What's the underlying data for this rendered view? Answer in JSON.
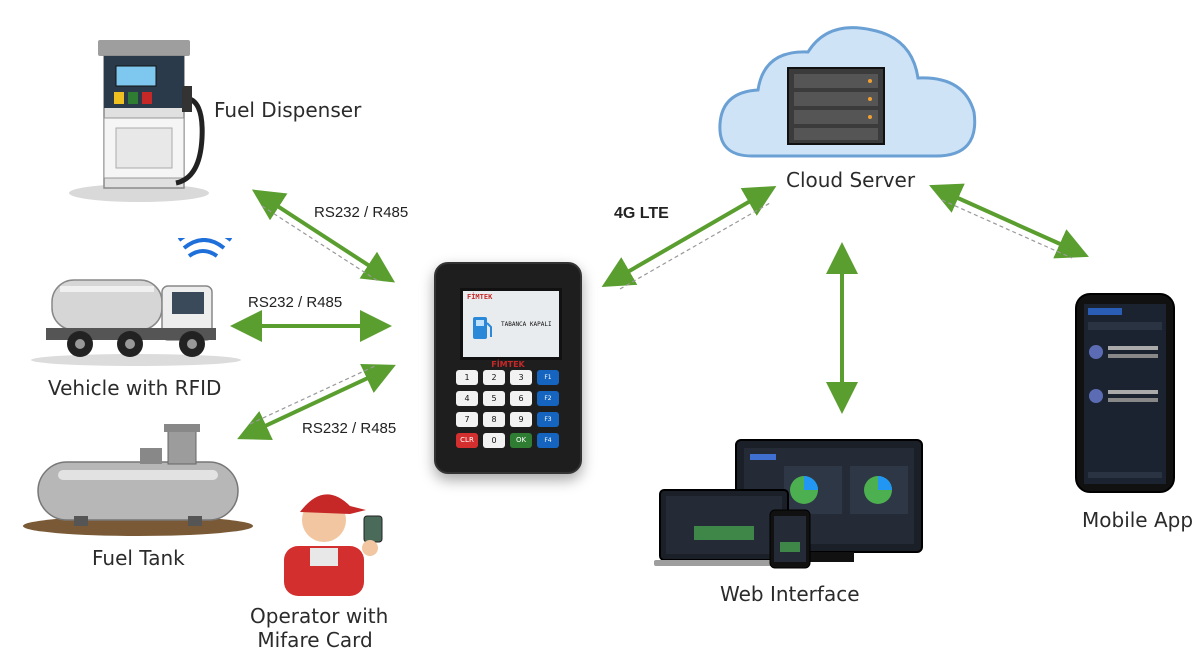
{
  "nodes": {
    "fuel_dispenser": "Fuel Dispenser",
    "vehicle": "Vehicle with RFID",
    "fuel_tank": "Fuel Tank",
    "operator_line1": "Operator with",
    "operator_line2": "Mifare Card",
    "cloud": "Cloud Server",
    "web": "Web Interface",
    "mobile": "Mobile App"
  },
  "links": {
    "dispenser": "RS232 / R485",
    "vehicle": "RS232 / R485",
    "tank": "RS232 / R485",
    "cloud": "4G LTE"
  },
  "terminal": {
    "brand": "FİMTEK",
    "screen_text": "TABANCA KAPALI",
    "keys": [
      "1",
      "2",
      "3",
      "F1",
      "4",
      "5",
      "6",
      "F2",
      "7",
      "8",
      "9",
      "F3",
      "CLR",
      "0",
      "OK",
      "F4"
    ]
  },
  "colors": {
    "arrow": "#5a9e2f",
    "cloud": "#cfe3f7"
  }
}
